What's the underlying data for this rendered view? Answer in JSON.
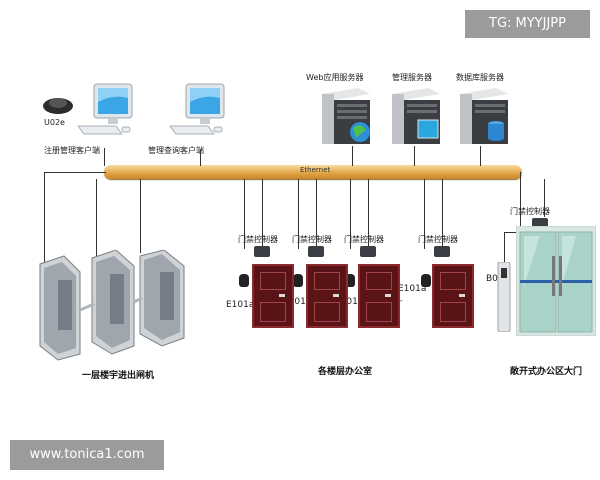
{
  "watermarks": {
    "top": "TG: MYYJJPP",
    "bottom": "www.tonica1.com"
  },
  "network": {
    "bus_label": "Ethernet"
  },
  "clients": [
    {
      "label": "U02e"
    },
    {
      "label": "注册管理客户端"
    },
    {
      "label": "管理查询客户端"
    }
  ],
  "servers": [
    {
      "label": "Web应用服务器"
    },
    {
      "label": "管理服务器"
    },
    {
      "label": "数据库服务器"
    }
  ],
  "controllers": {
    "label": "门禁控制器"
  },
  "doors": {
    "label": "E101a",
    "ellipsis": "- - - - -"
  },
  "main_door": {
    "reader_label": "B04"
  },
  "sections": {
    "turnstile": "一层楼宇进出闸机",
    "offices": "各楼层办公室",
    "main_entrance": "敞开式办公区大门"
  }
}
